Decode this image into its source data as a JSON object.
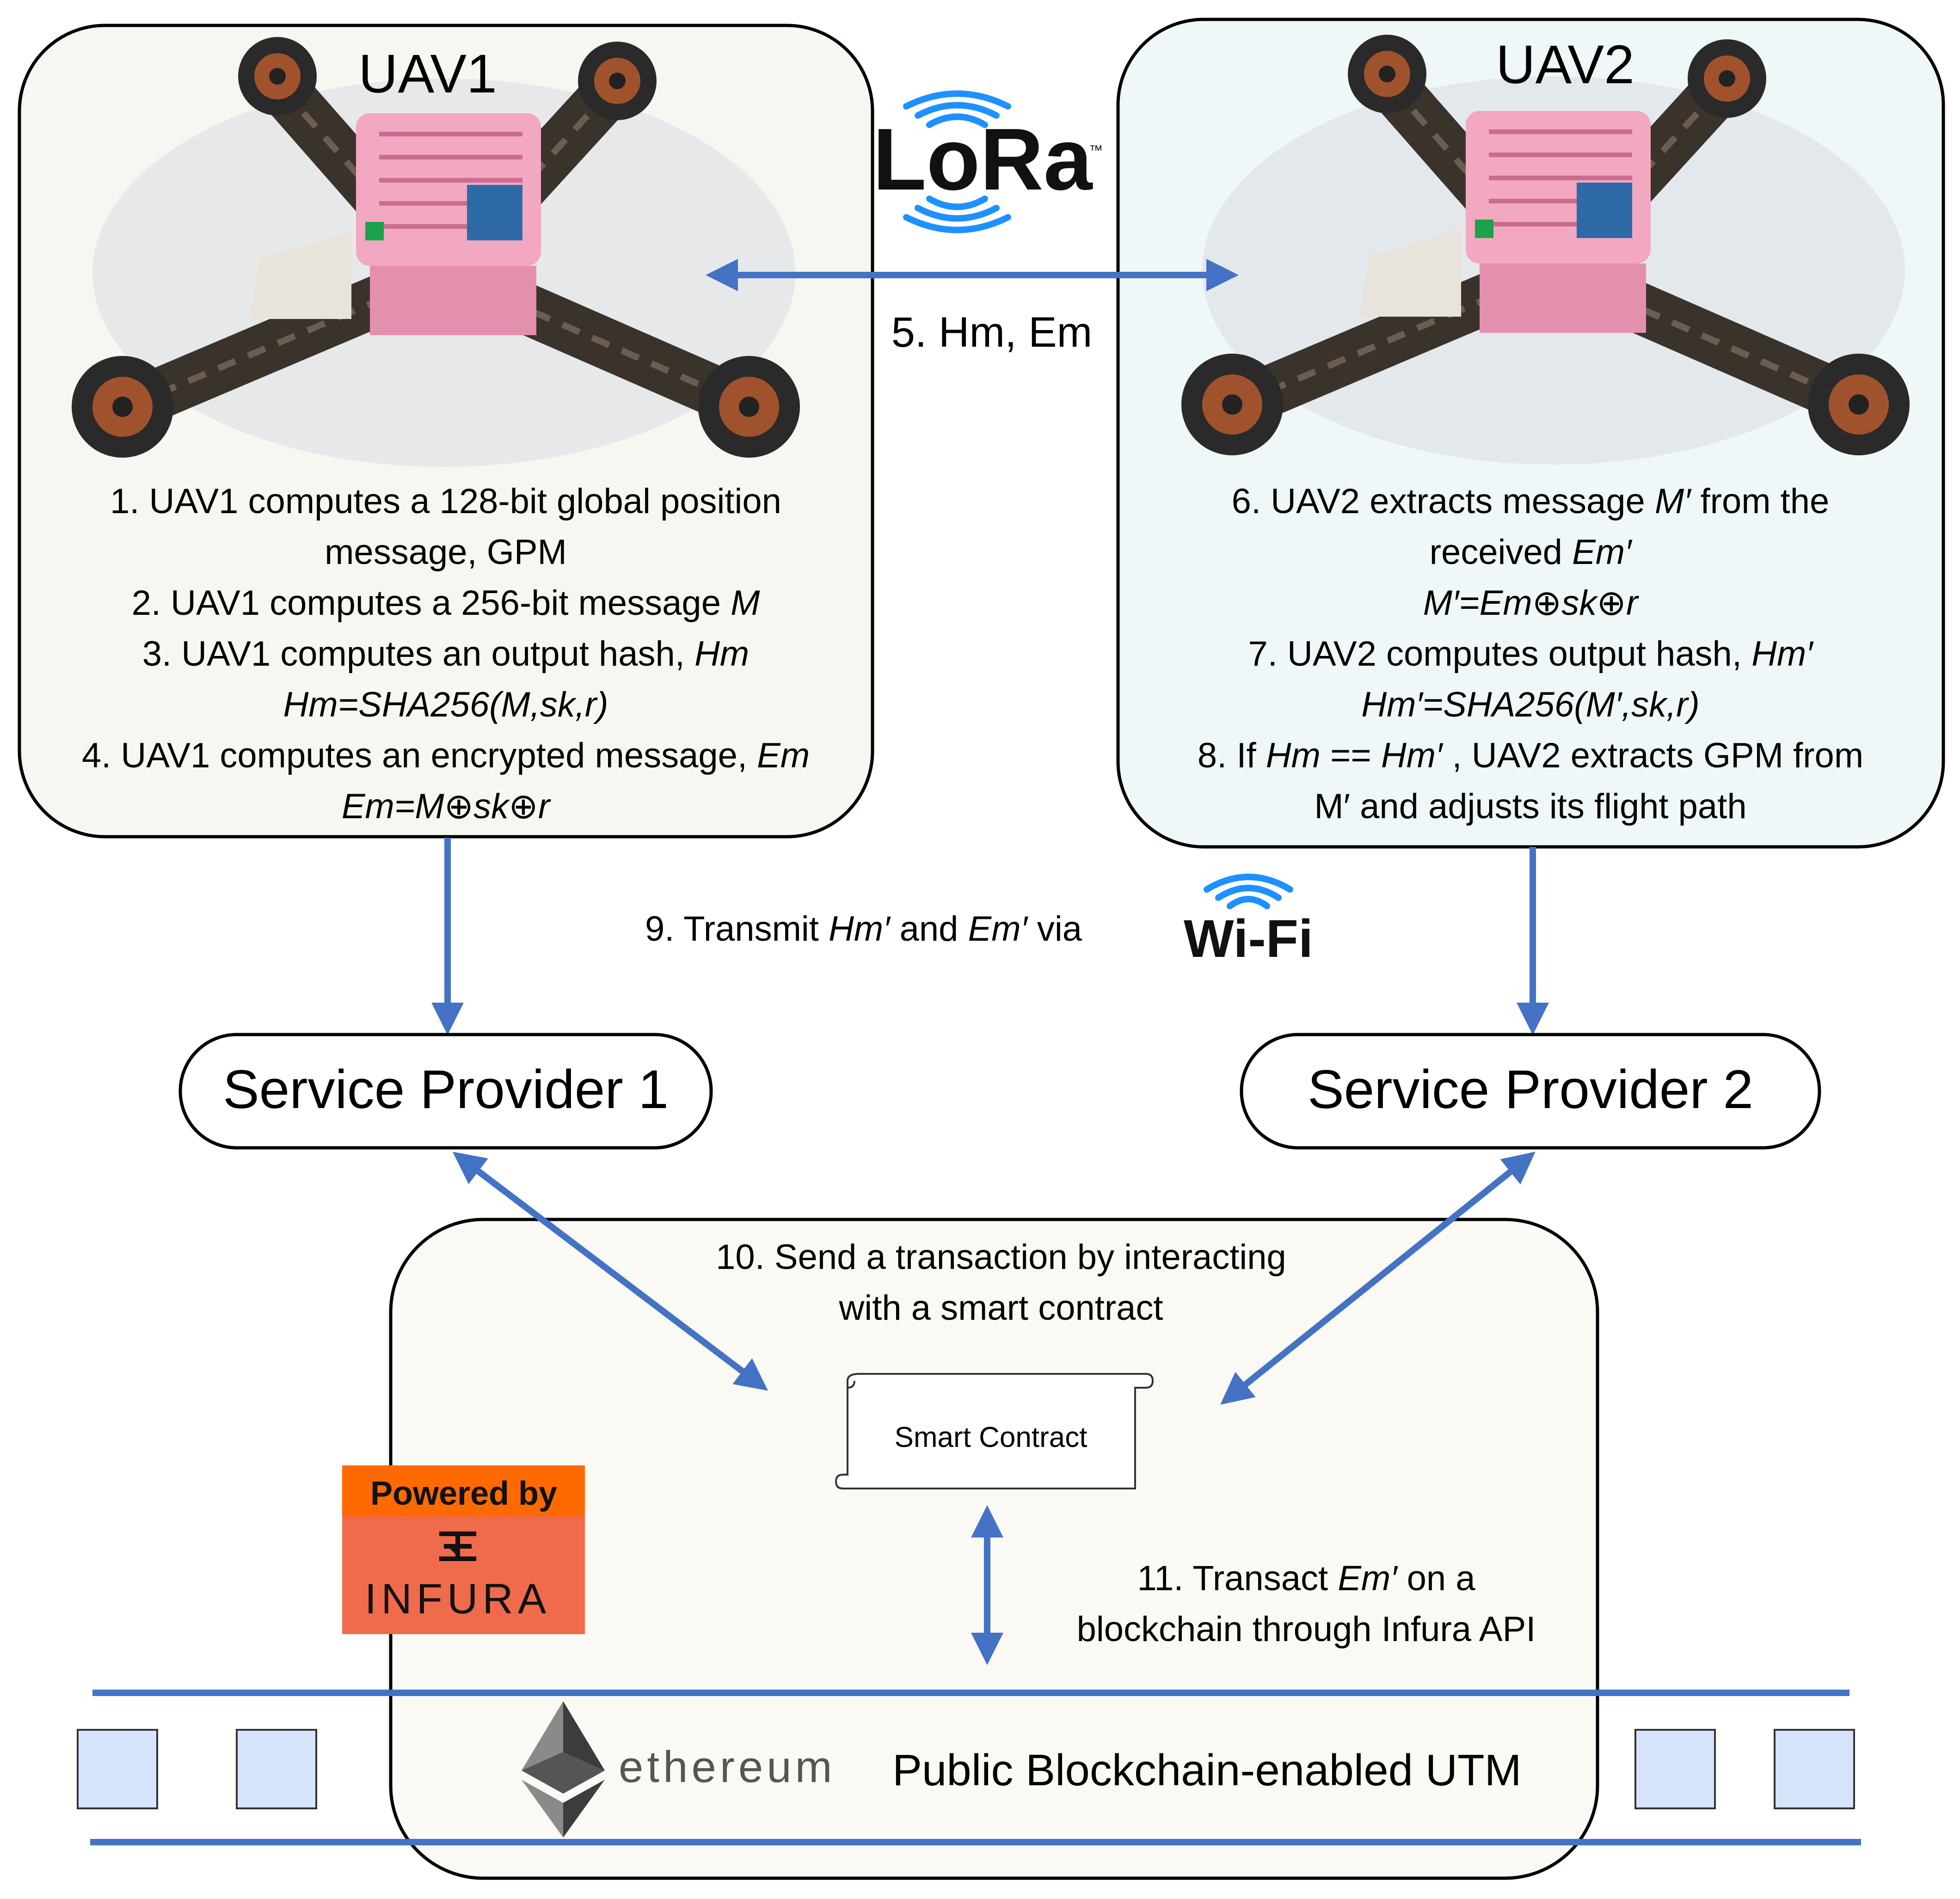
{
  "uav1": {
    "title": "UAV1",
    "steps": [
      [
        {
          "t": "1. UAV1 computes a 128-bit global position"
        }
      ],
      [
        {
          "t": "message, GPM"
        }
      ],
      [
        {
          "t": "2. UAV1 computes a 256-bit message "
        },
        {
          "t": "M",
          "i": true
        }
      ],
      [
        {
          "t": "3. UAV1 computes an output hash, "
        },
        {
          "t": "Hm",
          "i": true
        }
      ],
      [
        {
          "t": "Hm=SHA256(M,sk,r)",
          "i": true
        }
      ],
      [
        {
          "t": "4. UAV1 computes an encrypted message, "
        },
        {
          "t": "Em",
          "i": true
        }
      ],
      [
        {
          "t": "Em=M⊕sk⊕r",
          "i": true
        }
      ]
    ]
  },
  "uav2": {
    "title": "UAV2",
    "steps": [
      [
        {
          "t": "6. UAV2 extracts message "
        },
        {
          "t": "M′",
          "i": true
        },
        {
          "t": "  from the"
        }
      ],
      [
        {
          "t": "received "
        },
        {
          "t": "Em′",
          "i": true
        }
      ],
      [
        {
          "t": "M′=Em⊕sk⊕r",
          "i": true
        }
      ],
      [
        {
          "t": "7. UAV2 computes output hash, "
        },
        {
          "t": "Hm′",
          "i": true
        }
      ],
      [
        {
          "t": "Hm′=SHA256(M′,sk,r)",
          "i": true
        }
      ],
      [
        {
          "t": "8. If "
        },
        {
          "t": "Hm",
          "i": true
        },
        {
          "t": " == "
        },
        {
          "t": "Hm′",
          "i": true
        },
        {
          "t": " , UAV2 extracts GPM from"
        }
      ],
      [
        {
          "t": "M′ and adjusts its flight path"
        }
      ]
    ]
  },
  "lora": {
    "logo_text": "LoRa",
    "tm": "™"
  },
  "link_label": "5. Hm, Em",
  "transmit_label": [
    {
      "t": "9. Transmit "
    },
    {
      "t": "Hm′",
      "i": true
    },
    {
      "t": "  and "
    },
    {
      "t": "Em′",
      "i": true
    },
    {
      "t": "  via"
    }
  ],
  "wifi": {
    "logo_text": "Wi-Fi"
  },
  "service_provider_1": "Service Provider 1",
  "service_provider_2": "Service Provider 2",
  "transaction_label": [
    "10. Send a transaction by interacting",
    "with a smart contract"
  ],
  "smart_contract": "Smart Contract",
  "infura_step": [
    [
      {
        "t": "11. Transact "
      },
      {
        "t": "Em′",
        "i": true
      },
      {
        "t": "  on a"
      }
    ],
    [
      {
        "t": "blockchain through Infura API"
      }
    ]
  ],
  "infura_badge": {
    "powered_by": "Powered by",
    "name": "INFURA"
  },
  "ethereum": {
    "wordmark": "ethereum",
    "caption": "Public Blockchain-enabled UTM"
  },
  "colors": {
    "arrow": "#4472c4",
    "uav1_fill": "#f6f7f1",
    "uav2_fill": "#f0f7f8",
    "blockchain_fill": "#fbf9f4",
    "block_fill": "#d6e4fb",
    "infura_header": "#ff6a00",
    "infura_body": "#f06a4c",
    "lora_blue": "#1e90ff",
    "frame_pink": "#f2a8c0",
    "frame_arm": "#3a332c"
  }
}
